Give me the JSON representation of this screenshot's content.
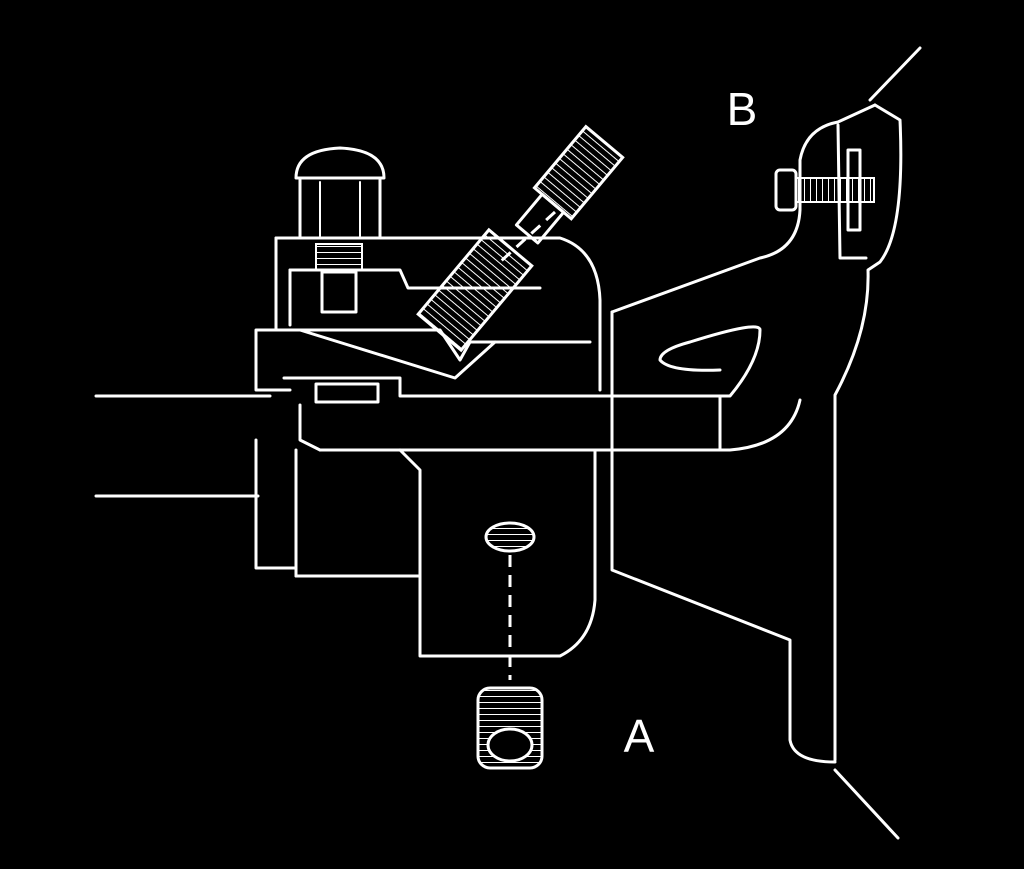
{
  "figure": {
    "background": "#000000",
    "stroke_color": "#ffffff",
    "labels": [
      {
        "id": "callout-b",
        "text": "B"
      },
      {
        "id": "callout-a",
        "text": "A"
      }
    ],
    "parts": [
      "cap-nut-icon",
      "threaded-stud-icon",
      "angled-set-screw-icon",
      "vertical-set-screw-icon",
      "side-screw-icon",
      "housing-outline",
      "shaft-outline",
      "bracket-outline"
    ]
  }
}
